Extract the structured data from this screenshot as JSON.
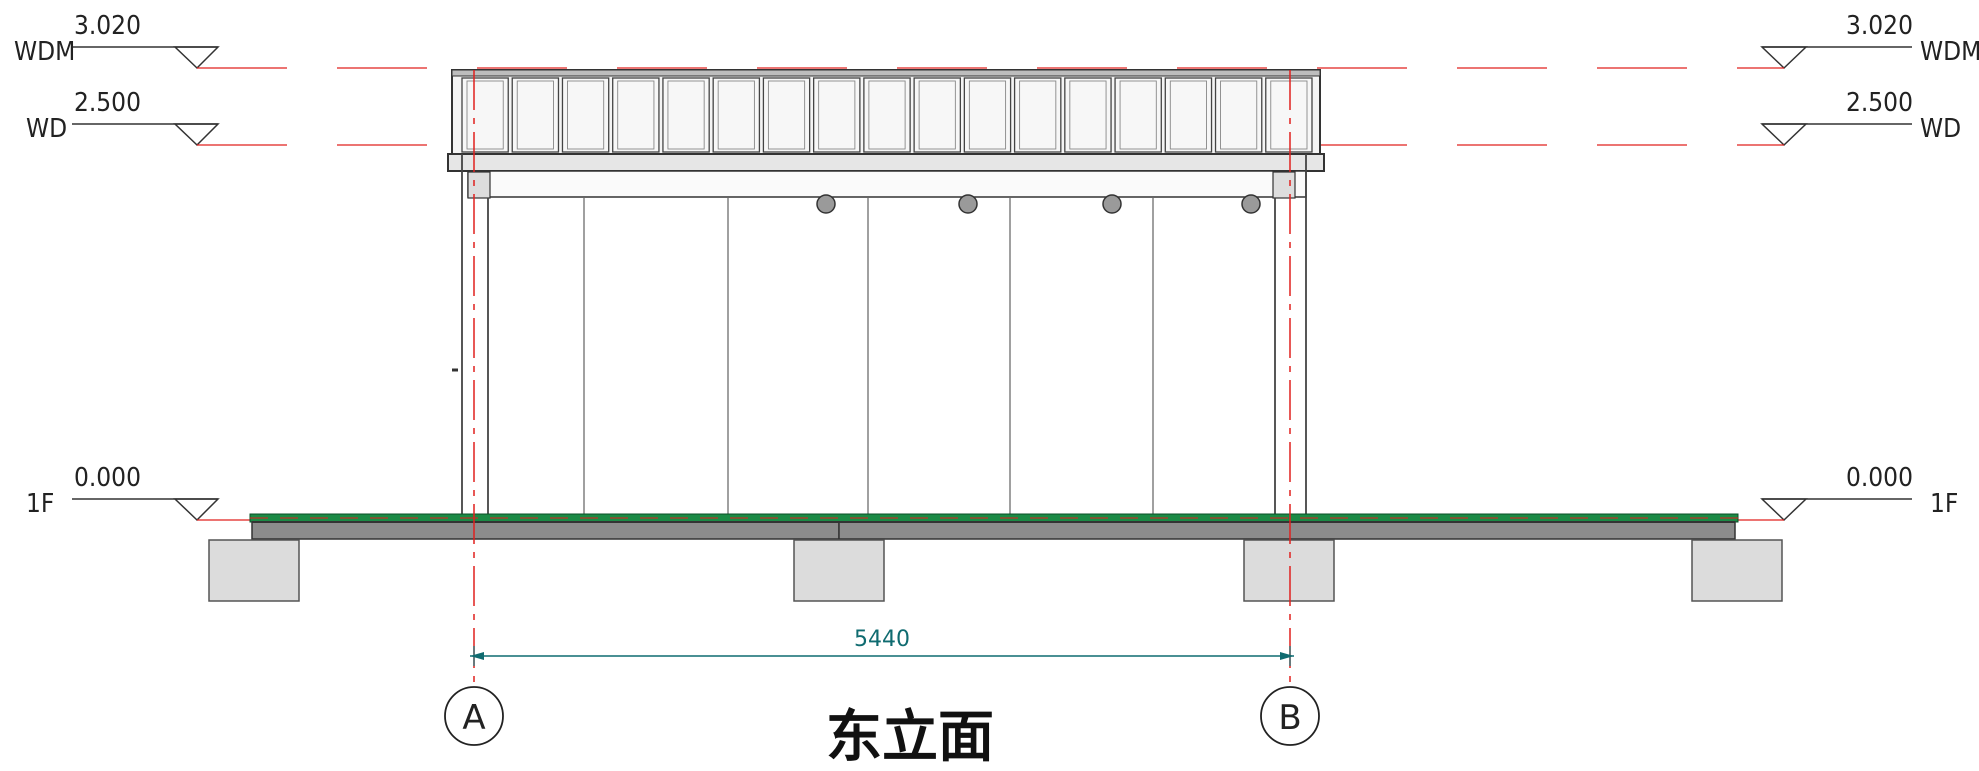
{
  "drawing": {
    "title": "东立面",
    "dimension": {
      "value": "5440"
    },
    "axes": [
      {
        "label": "A"
      },
      {
        "label": "B"
      }
    ],
    "levels": [
      {
        "name": "WDM",
        "value": "3.020"
      },
      {
        "name": "WD",
        "value": "2.500"
      },
      {
        "name": "1F",
        "value": "0.000"
      }
    ],
    "colors": {
      "line": "#333333",
      "centerline": "#e0201f",
      "floor_green": "#1b8a45",
      "beam_gray": "#8c8c8c",
      "footing": "#dcdcdc",
      "dimension": "#0f6b70"
    }
  }
}
